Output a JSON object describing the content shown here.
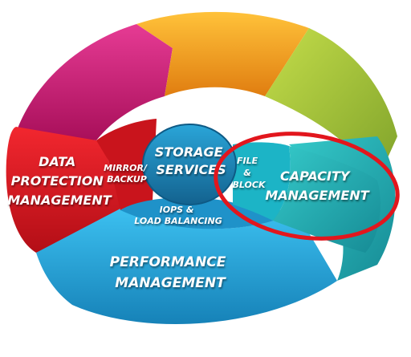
{
  "segments": [
    {
      "id": "data-protection",
      "lines": [
        "DATA",
        "PROTECTION",
        "MANAGEMENT"
      ],
      "color": "#e01b24"
    },
    {
      "id": "mirror-backup",
      "lines": [
        "MIRROR/",
        "BACKUP"
      ],
      "color": "#c5121a"
    },
    {
      "id": "storage-services",
      "lines": [
        "STORAGE",
        "SERVICES"
      ],
      "color": "#1f8fc6"
    },
    {
      "id": "file-block",
      "lines": [
        "FILE",
        "&",
        "BLOCK"
      ],
      "color": "#1fb3c8"
    },
    {
      "id": "capacity",
      "lines": [
        "CAPACITY",
        "MANAGEMENT"
      ],
      "color": "#23a9b4"
    },
    {
      "id": "iops",
      "lines": [
        "IOPS &",
        "LOAD BALANCING"
      ],
      "color": "#2ea8d8"
    },
    {
      "id": "performance",
      "lines": [
        "PERFORMANCE",
        "MANAGEMENT"
      ],
      "color": "#27a7e1"
    }
  ],
  "decorative_segments": [
    {
      "id": "magenta-arc",
      "color": "#d4177a"
    },
    {
      "id": "orange-arc",
      "color": "#f4a21b"
    },
    {
      "id": "green-arc",
      "color": "#a8c53a"
    }
  ],
  "highlight": {
    "target": "capacity",
    "color": "#e2161d"
  }
}
